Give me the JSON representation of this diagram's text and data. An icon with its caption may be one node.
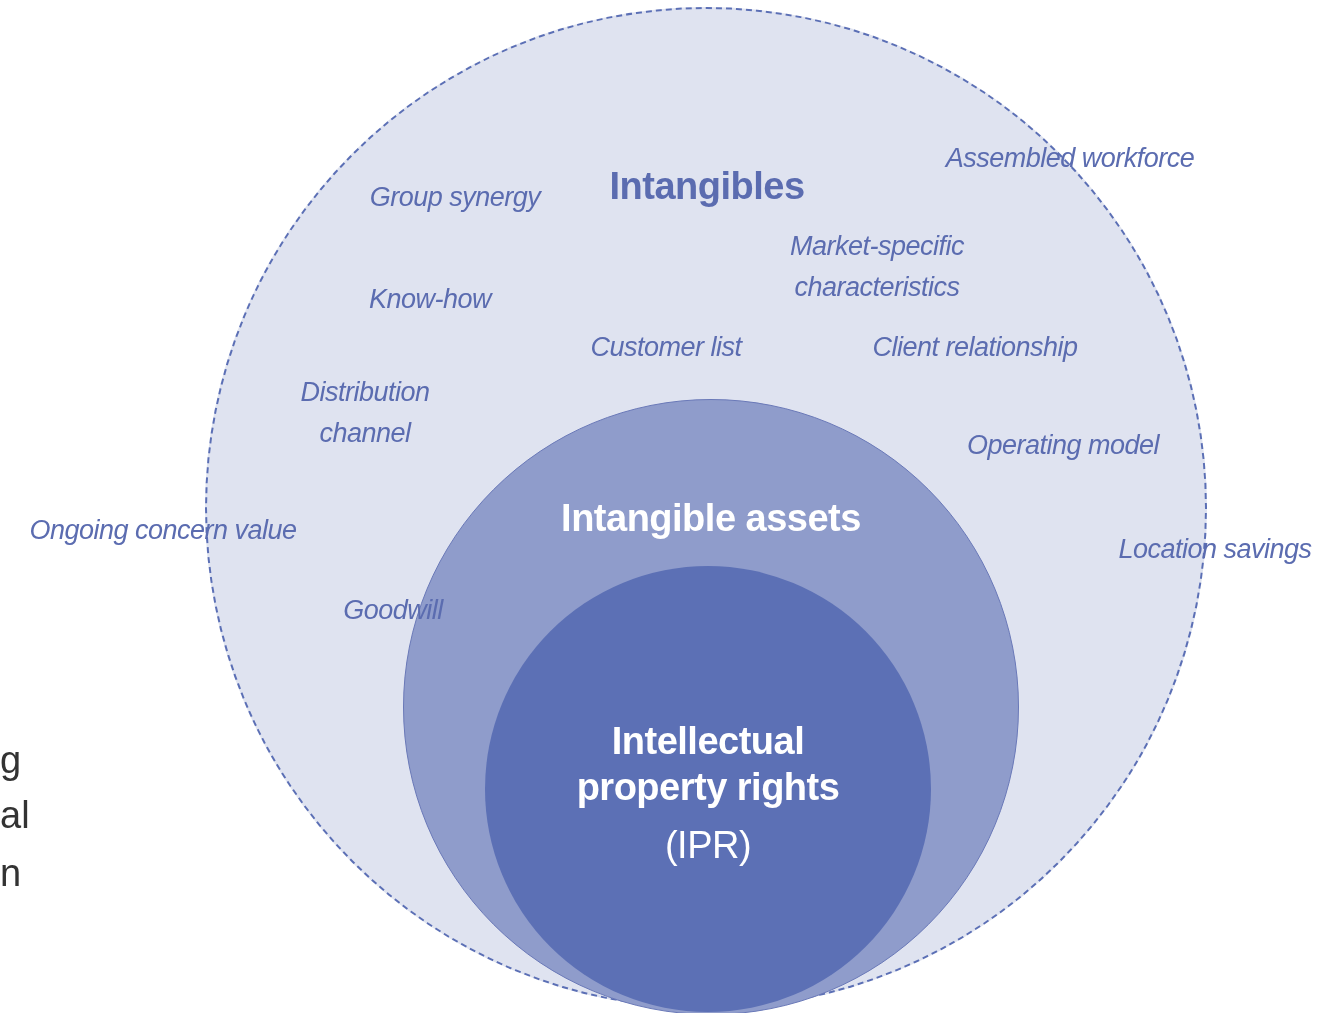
{
  "diagram": {
    "nodes": [
      {
        "text": [
          "Intangibles"
        ]
      },
      {
        "text": [
          "Intangible assets"
        ],
        "in": 0
      },
      {
        "text": [
          "Intellectual property rights",
          "(IPR)"
        ],
        "in": 1
      }
    ],
    "labels": [
      "Assembled workforce",
      "Group synergy",
      "Market-specific characteristics",
      "Know-how",
      "Customer list",
      "Client relationship",
      "Distribution channel",
      "Operating model",
      "Ongoing concern value",
      "Location savings",
      "Goodwill",
      "g",
      "al",
      "n"
    ]
  }
}
